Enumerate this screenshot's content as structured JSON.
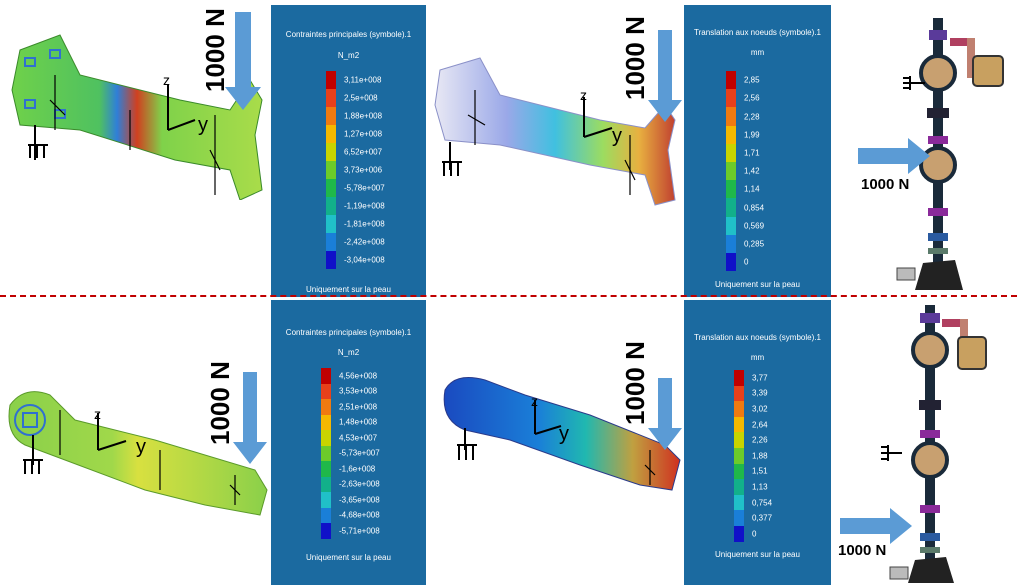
{
  "force_label": "1000 N",
  "axes": {
    "z": "z",
    "y": "y"
  },
  "legends": [
    {
      "title": "Contraintes principales (symbole).1",
      "unit": "N_m2",
      "ticks": [
        "3,11e+008",
        "2,5e+008",
        "1,88e+008",
        "1,27e+008",
        "6,52e+007",
        "3,73e+006",
        "-5,78e+007",
        "-1,19e+008",
        "-1,81e+008",
        "-2,42e+008",
        "-3,04e+008"
      ],
      "footer": "Uniquement sur la peau"
    },
    {
      "title": "Translation aux noeuds (symbole).1",
      "unit": "mm",
      "ticks": [
        "2,85",
        "2,56",
        "2,28",
        "1,99",
        "1,71",
        "1,42",
        "1,14",
        "0,854",
        "0,569",
        "0,285",
        "0"
      ],
      "footer": "Uniquement sur la peau"
    },
    {
      "title": "Contraintes principales (symbole).1",
      "unit": "N_m2",
      "ticks": [
        "4,56e+008",
        "3,53e+008",
        "2,51e+008",
        "1,48e+008",
        "4,53e+007",
        "-5,73e+007",
        "-1,6e+008",
        "-2,63e+008",
        "-3,65e+008",
        "-4,68e+008",
        "-5,71e+008"
      ],
      "footer": "Uniquement sur la peau"
    },
    {
      "title": "Translation aux noeuds (symbole).1",
      "unit": "mm",
      "ticks": [
        "3,77",
        "3,39",
        "3,02",
        "2,64",
        "2,26",
        "1,88",
        "1,51",
        "1,13",
        "0,754",
        "0,377",
        "0"
      ],
      "footer": "Uniquement sur la peau"
    }
  ],
  "colors": {
    "legend_bg": "#1b6aa0",
    "divider": "#c00000",
    "arrow": "#5b9bd5",
    "scale": [
      "#c00000",
      "#e8401a",
      "#f07a10",
      "#f5b800",
      "#c8d400",
      "#6ccb2a",
      "#1fb84a",
      "#12b08a",
      "#20c0c8",
      "#1a7fd8",
      "#1010c8"
    ]
  }
}
